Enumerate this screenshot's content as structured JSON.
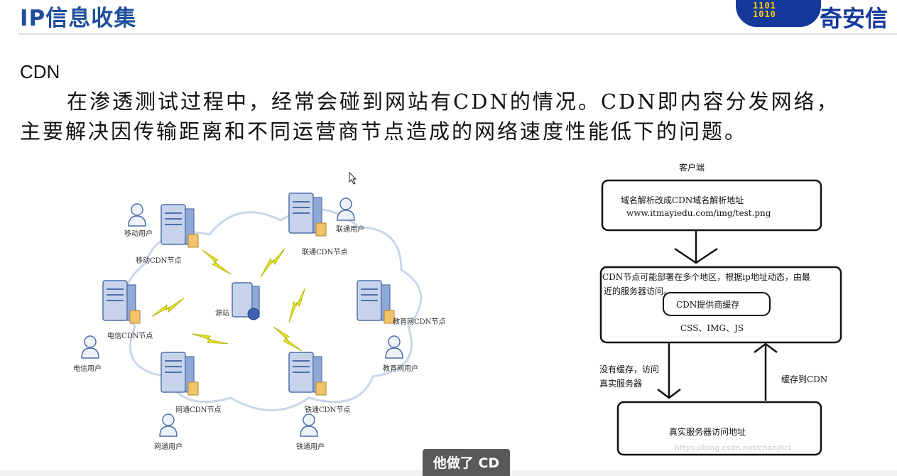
{
  "header": {
    "title": "IP信息收集",
    "logo_bits": "1101\n1010",
    "logo_text": "奇安信"
  },
  "section": {
    "title": "CDN",
    "paragraph": "在渗透测试过程中，经常会碰到网站有CDN的情况。CDN即内容分发网络，主要解决因传输距离和不同运营商节点造成的网络速度性能低下的问题。"
  },
  "network_diagram": {
    "nodes": [
      {
        "id": "mobile",
        "server_label": "移动CDN节点",
        "user_label": "移动用户"
      },
      {
        "id": "unicom",
        "server_label": "联通CDN节点",
        "user_label": "联通用户"
      },
      {
        "id": "telecom",
        "server_label": "电信CDN节点",
        "user_label": "电信用户"
      },
      {
        "id": "edu",
        "server_label": "教育网CDN节点",
        "user_label": "教育网用户"
      },
      {
        "id": "netcom",
        "server_label": "网通CDN节点",
        "user_label": "网通用户"
      },
      {
        "id": "railway",
        "server_label": "铁通CDN节点",
        "user_label": "铁通用户"
      }
    ],
    "origin_label": "源站"
  },
  "flow_diagram": {
    "client_label": "客户端",
    "box1_line1": "域名解析改成CDN域名解析地址",
    "box1_line2": "www.itmayiedu.com/img/test.png",
    "box2_line1": "CDN节点可能部署在多个地区，根据ip地址动态，由最",
    "box2_line2": "近的服务器访问。",
    "cache_label": "CDN提供商缓存",
    "cache_types": "CSS、IMG、JS",
    "miss_line1": "没有缓存，访问",
    "miss_line2": "真实服务器",
    "cache_back": "缓存到CDN",
    "real_server": "真实服务器访问地址"
  },
  "caption": {
    "text": "他做了 CD"
  },
  "watermark": {
    "text": "https://blog.csdn.net/chaojhcl"
  },
  "colors": {
    "title_blue": "#1f4e9c",
    "logo_blue": "#15399a",
    "logo_yellow": "#ffcc00",
    "lightning": "#e8e81a",
    "server_blue": "#8fa9d6"
  }
}
